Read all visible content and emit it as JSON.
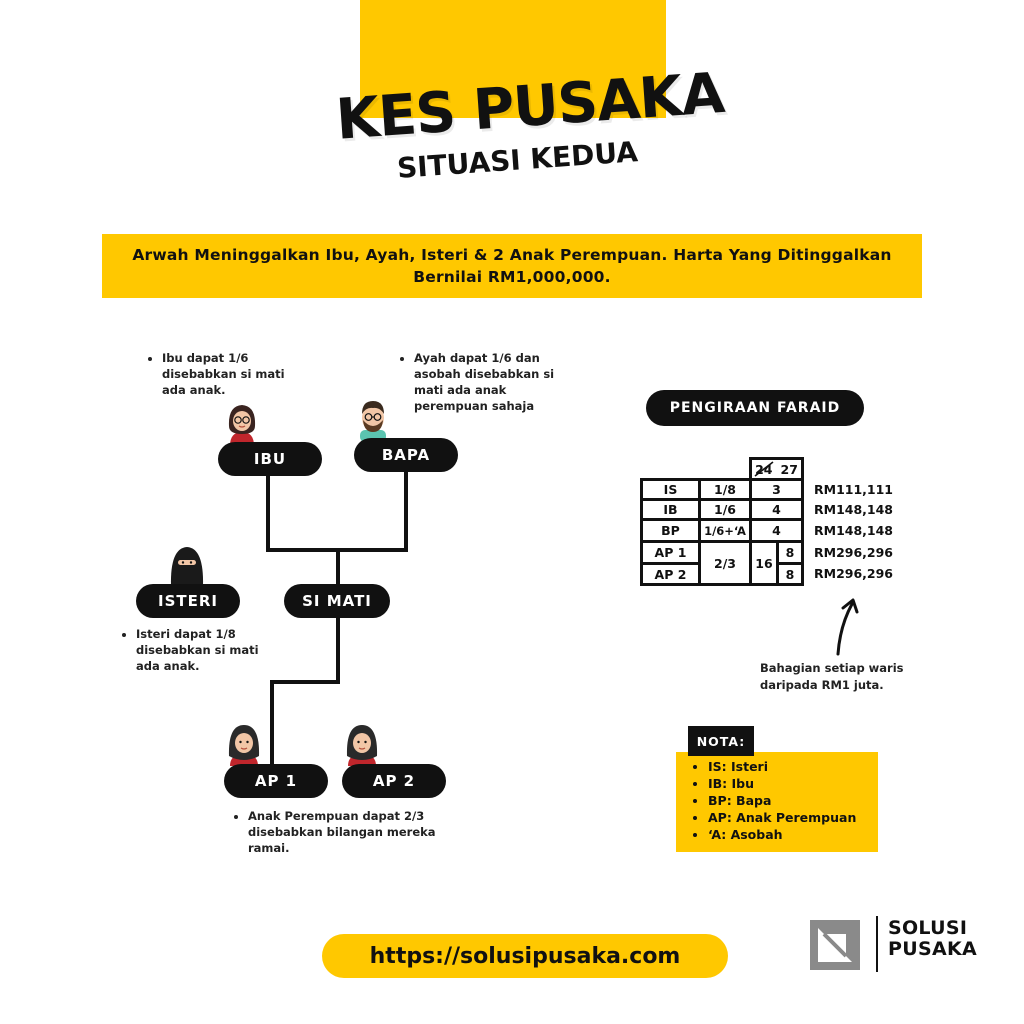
{
  "title": {
    "main": "KES PUSAKA",
    "sub": "SITUASI KEDUA"
  },
  "banner": {
    "line1": "Arwah Meninggalkan Ibu, Ayah, Isteri & 2 Anak Perempuan. Harta Yang Ditinggalkan",
    "line2": "Bernilai RM1,000,000."
  },
  "tree": {
    "nodes": {
      "ibu": "IBU",
      "bapa": "BAPA",
      "isteri": "ISTERI",
      "simati": "SI MATI",
      "ap1": "AP 1",
      "ap2": "AP 2"
    },
    "notes": {
      "ibu": [
        "Ibu dapat 1/6",
        "disebabkan si mati",
        "ada anak."
      ],
      "bapa": [
        "Ayah dapat 1/6 dan",
        "asobah disebabkan si",
        "mati ada anak",
        "perempuan sahaja"
      ],
      "isteri": [
        "Isteri dapat 1/8",
        "disebabkan si mati",
        "ada anak."
      ],
      "ap": [
        "Anak Perempuan dapat 2/3",
        "disebabkan bilangan mereka",
        "ramai."
      ]
    }
  },
  "faraid": {
    "title": "PENGIRAAN FARAID",
    "header_struck": "24",
    "header_new": "27",
    "rows": [
      {
        "heir": "IS",
        "share": "1/8",
        "portion": "3",
        "amount": "RM111,111"
      },
      {
        "heir": "IB",
        "share": "1/6",
        "portion": "4",
        "amount": "RM148,148"
      },
      {
        "heir": "BP",
        "share": "1/6+‘A",
        "portion": "4",
        "amount": "RM148,148"
      },
      {
        "heir": "AP 1",
        "amount": "RM296,296",
        "sub_portion": "8"
      },
      {
        "heir": "AP 2",
        "amount": "RM296,296",
        "sub_portion": "8"
      }
    ],
    "ap_share": "2/3",
    "ap_portion": "16",
    "caption": [
      "Bahagian setiap waris",
      "daripada RM1 juta."
    ]
  },
  "nota": {
    "label": "NOTA:",
    "items": [
      "IS: Isteri",
      "IB: Ibu",
      "BP: Bapa",
      "AP: Anak Perempuan",
      "‘A: Asobah"
    ]
  },
  "url": "https://solusipusaka.com",
  "logo": {
    "line1": "SOLUSI",
    "line2": "PUSAKA"
  },
  "colors": {
    "accent": "#FFC800",
    "dark": "#111111"
  }
}
